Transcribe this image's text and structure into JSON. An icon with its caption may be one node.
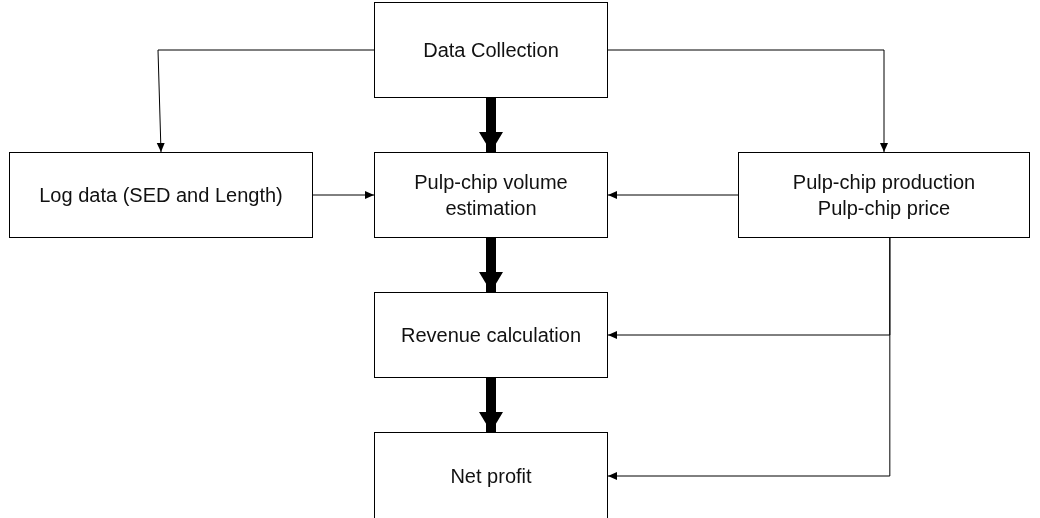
{
  "diagram": {
    "nodes": [
      {
        "text": [
          "Data Collection"
        ]
      },
      {
        "text": [
          "Log data (SED and Length)"
        ]
      },
      {
        "text": [
          "Pulp-chip volume estimation"
        ]
      },
      {
        "text": [
          "Pulp-chip production",
          "Pulp-chip price"
        ]
      },
      {
        "text": [
          "Revenue calculation"
        ]
      },
      {
        "text": [
          "Net profit"
        ]
      }
    ],
    "edges": [
      {
        "from": 0,
        "to": 1,
        "arrow": "to"
      },
      {
        "from": 0,
        "to": 2,
        "arrow": "to",
        "style": "thick"
      },
      {
        "from": 0,
        "to": 3,
        "arrow": "to"
      },
      {
        "from": 1,
        "to": 2,
        "arrow": "to"
      },
      {
        "from": 3,
        "to": 2,
        "arrow": "to"
      },
      {
        "from": 2,
        "to": 4,
        "arrow": "to",
        "style": "thick"
      },
      {
        "from": 3,
        "to": 4,
        "arrow": "to"
      },
      {
        "from": 4,
        "to": 5,
        "arrow": "to",
        "style": "thick"
      },
      {
        "from": 3,
        "to": 5,
        "arrow": "to"
      }
    ]
  }
}
